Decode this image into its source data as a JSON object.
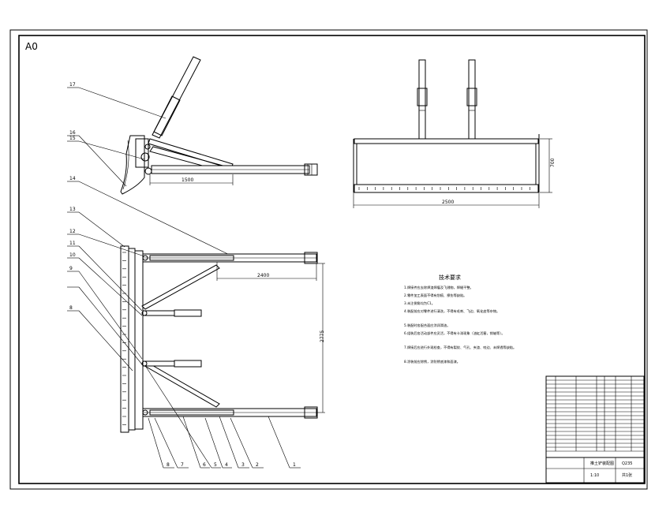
{
  "sheet_size": "A0",
  "dimensions": {
    "side_view_length": "1500",
    "front_view_width": "2500",
    "front_view_height": "700",
    "top_view_length": "2400",
    "top_view_width": "2775"
  },
  "part_labels_left": [
    "17",
    "16",
    "15",
    "14",
    "13",
    "12",
    "11",
    "10",
    "9",
    "8"
  ],
  "part_labels_bottom": [
    "8",
    "7",
    "6",
    "5",
    "4",
    "3",
    "2",
    "1"
  ],
  "tech_requirements": {
    "title": "技术要求",
    "lines": [
      "1.焊接件应去除焊渣焊瘤及飞溅物，焊缝平整。",
      "2.零件加工表面不得有划痕、擦伤等缺陷。",
      "3.未注倒角均为C1。",
      "4.装配前应对零件进行清洗，不得有毛刺、飞边、氧化皮等杂物。",
      "5.装配时各配合面应涂润滑油。",
      "6.组装后各活动部件应灵活，不得有卡滞现象（油缸活塞，销轴等）。",
      "7.焊接后应进行外观检查，不得有裂纹、气孔、夹渣、咬边、未焊透等缺陷。",
      "8.涂装前应除锈，涂防锈底漆和面漆。"
    ]
  },
  "title_block": {
    "drawing_name": "推土铲装配图",
    "material": "Q235",
    "scale": "1:10",
    "sheet": "共1张"
  }
}
